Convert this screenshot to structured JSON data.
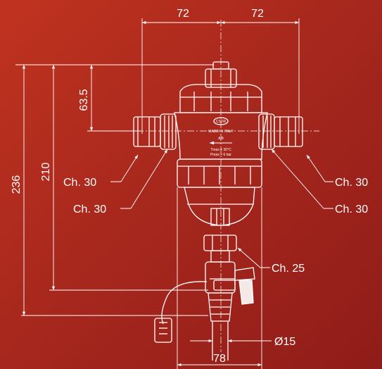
{
  "dimensions": {
    "width_left": "72",
    "width_right": "72",
    "height_top": "63.5",
    "height_mid": "210",
    "height_total": "236",
    "width_bottom": "78",
    "diameter": "Ø15"
  },
  "callouts": {
    "left_upper": "Ch. 30",
    "left_lower": "Ch. 30",
    "right_upper": "Ch. 30",
    "right_lower": "Ch. 30",
    "valve": "Ch. 25"
  },
  "body_marks": {
    "made_in": "MADE IN ITALY",
    "brand": "CSDR",
    "tmax": "Tmax = 30°C",
    "pmax": "Pmax = 6 bar",
    "flow_letters": "A  B"
  },
  "colors": {
    "background_top": "#c0331f",
    "background_bottom": "#8f1c19",
    "lines": "#ffffff"
  }
}
